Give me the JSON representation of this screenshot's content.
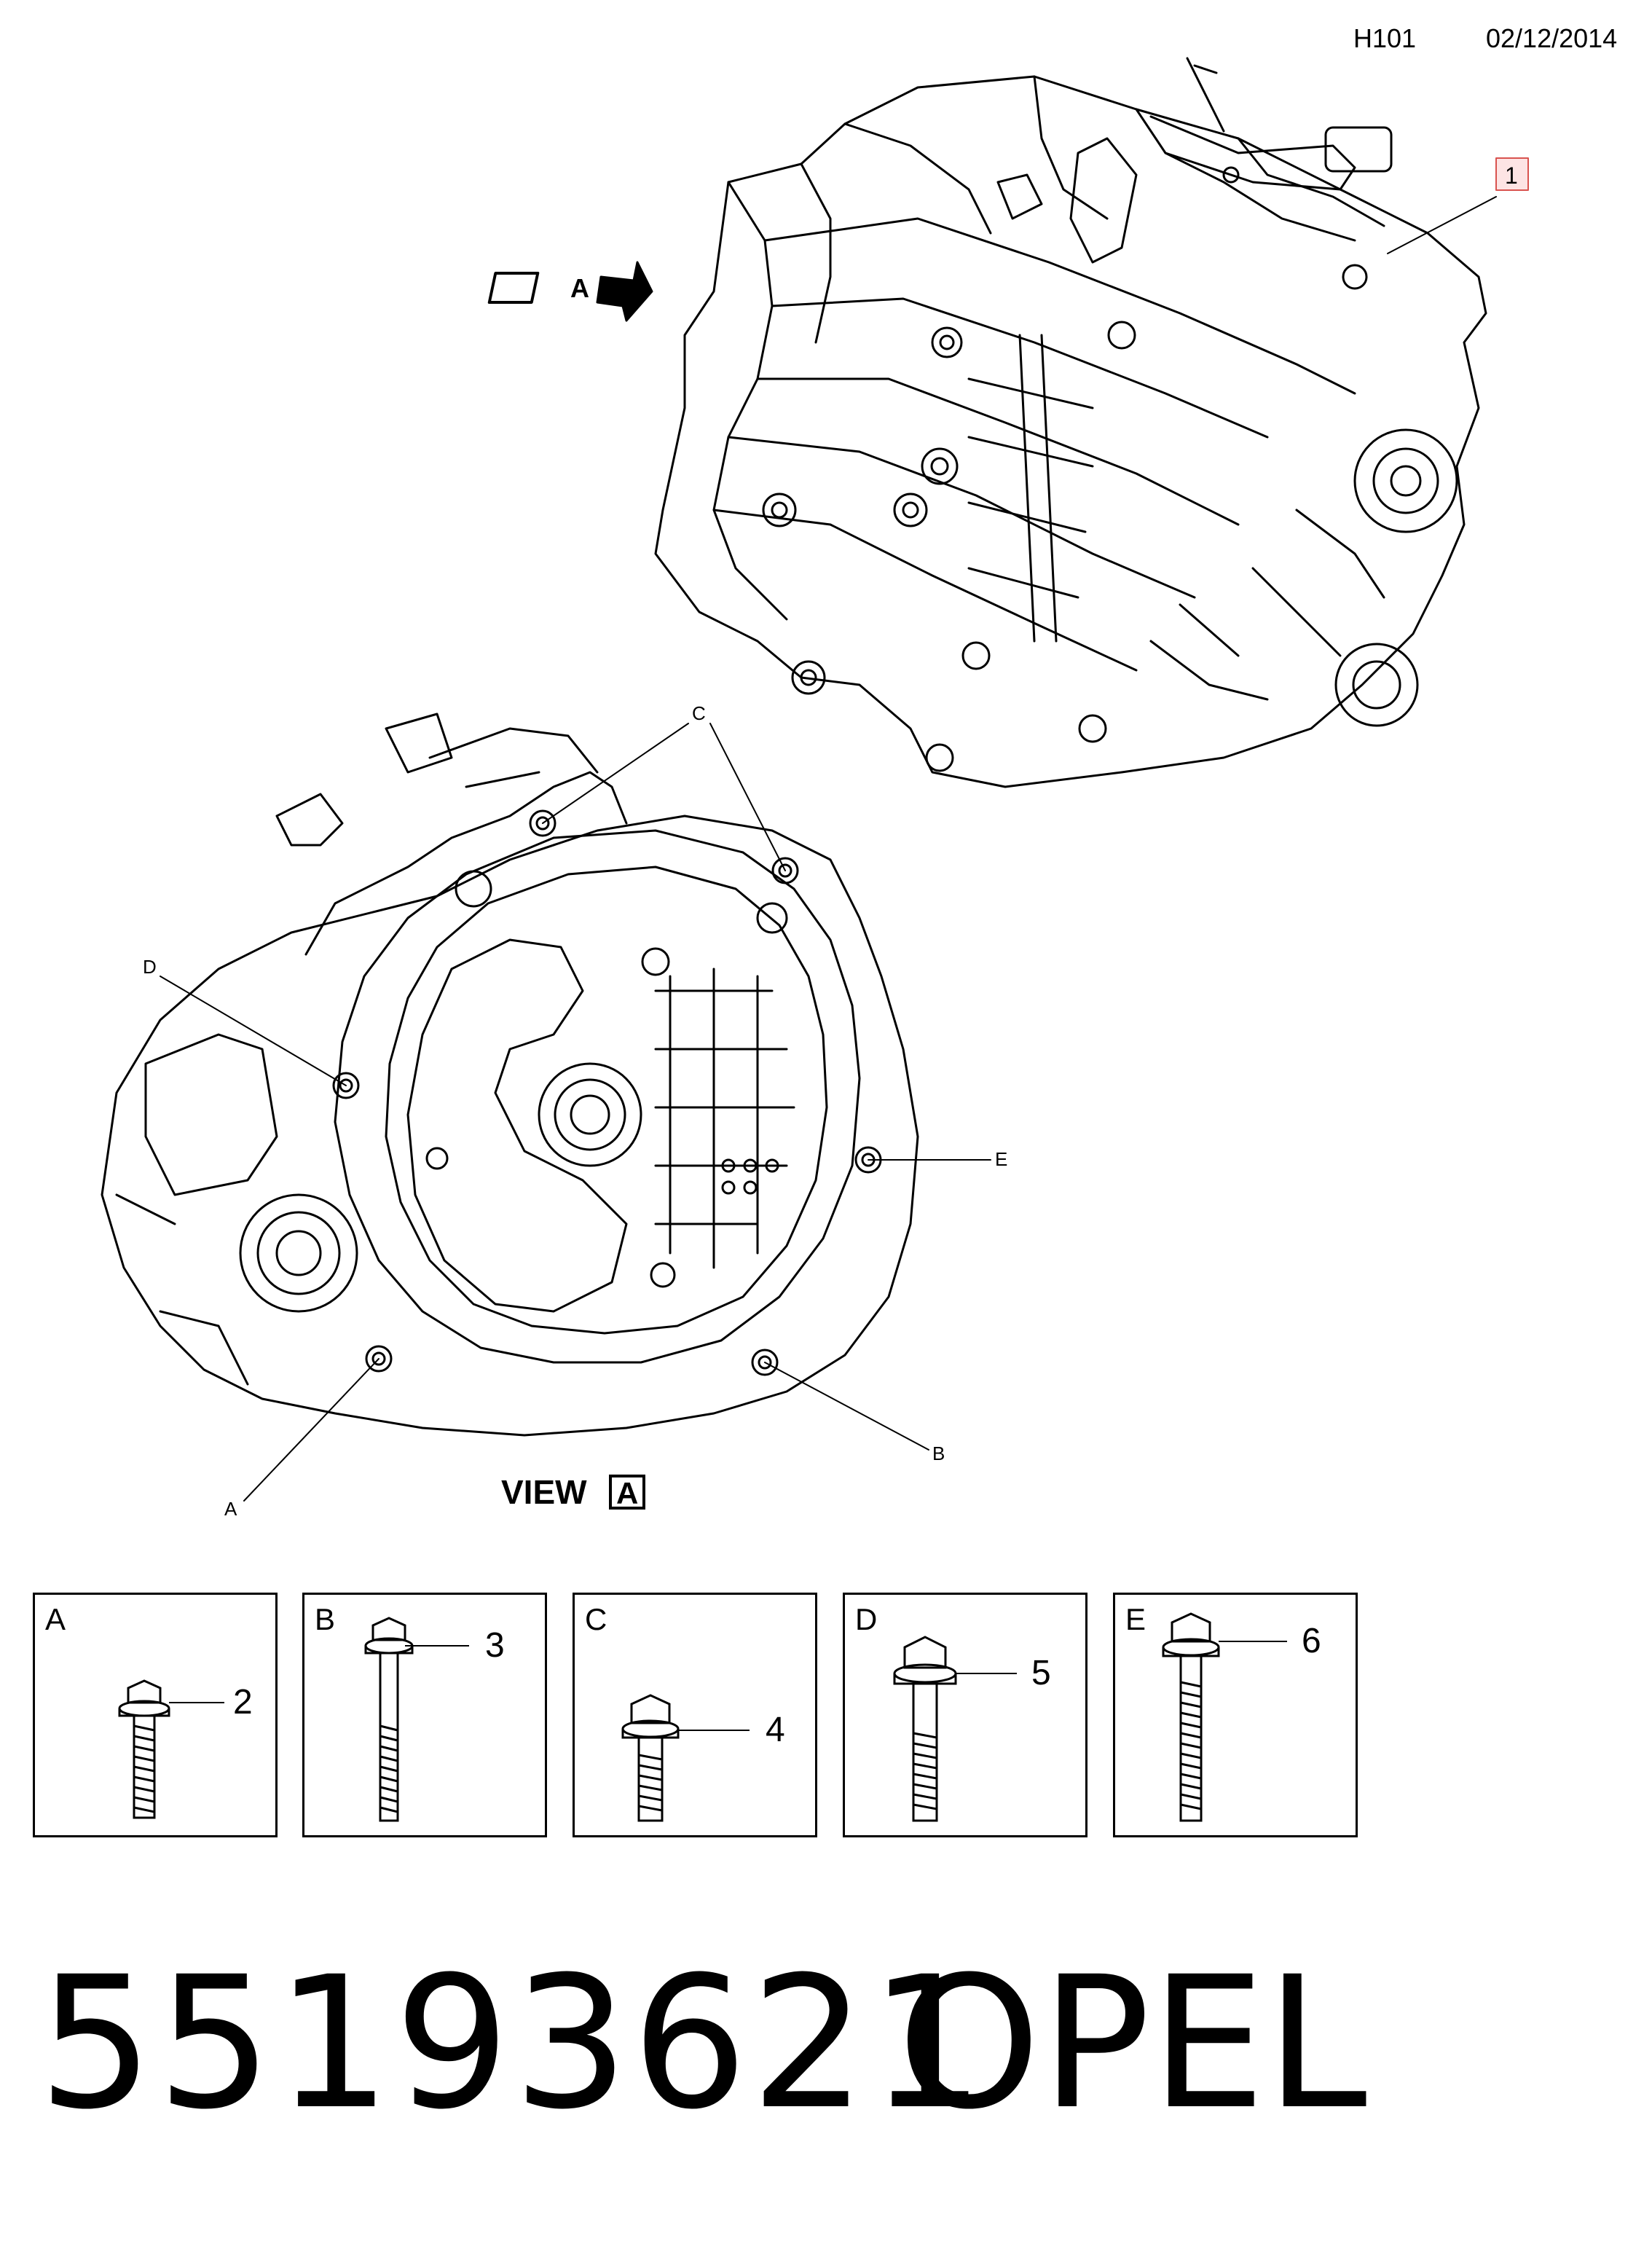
{
  "header": {
    "code": "H101",
    "date": "02/12/2014"
  },
  "callouts": {
    "item1": "1",
    "arrow_letter": "A",
    "view_word": "VIEW",
    "view_letter": "A",
    "bolt_positions": [
      "A",
      "B",
      "C",
      "D",
      "E"
    ]
  },
  "bolt_boxes": [
    {
      "letter": "A",
      "item": "2"
    },
    {
      "letter": "B",
      "item": "3"
    },
    {
      "letter": "C",
      "item": "4"
    },
    {
      "letter": "D",
      "item": "5"
    },
    {
      "letter": "E",
      "item": "6"
    }
  ],
  "footer": {
    "part_number": "55193621",
    "brand": "OPEL"
  },
  "colors": {
    "line": "#000000",
    "callout_box_fill": "#fde4e4",
    "callout_box_stroke": "#d9534f"
  }
}
